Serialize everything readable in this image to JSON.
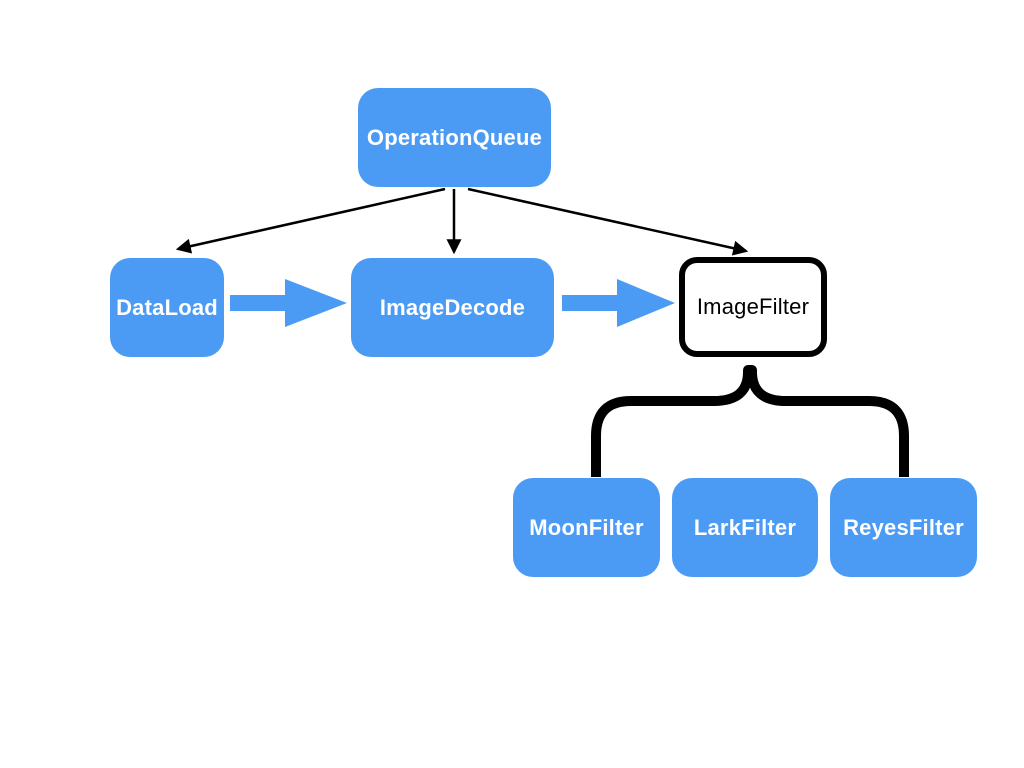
{
  "diagram": {
    "background_color": "#ffffff",
    "node_fill_color": "#4B9BF5",
    "node_text_color": "#ffffff",
    "outline_node_fill_color": "#ffffff",
    "outline_node_border_color": "#000000",
    "connector_color": "#000000",
    "block_arrow_color": "#4B9BF5",
    "nodes": {
      "operationqueue": {
        "label": "OperationQueue",
        "style": "blue-rounded"
      },
      "dataload": {
        "label": "DataLoad",
        "style": "blue-rounded"
      },
      "imagedecode": {
        "label": "ImageDecode",
        "style": "blue-rounded"
      },
      "imagefilter": {
        "label": "ImageFilter",
        "style": "white-outlined"
      },
      "moonfilter": {
        "label": "MoonFilter",
        "style": "blue-rounded"
      },
      "larkfilter": {
        "label": "LarkFilter",
        "style": "blue-rounded"
      },
      "reyesfilter": {
        "label": "ReyesFilter",
        "style": "blue-rounded"
      }
    },
    "edges": [
      {
        "from": "OperationQueue",
        "to": "DataLoad",
        "style": "thin-black-arrow"
      },
      {
        "from": "OperationQueue",
        "to": "ImageDecode",
        "style": "thin-black-arrow"
      },
      {
        "from": "OperationQueue",
        "to": "ImageFilter",
        "style": "thin-black-arrow"
      },
      {
        "from": "DataLoad",
        "to": "ImageDecode",
        "style": "thick-blue-block-arrow"
      },
      {
        "from": "ImageDecode",
        "to": "ImageFilter",
        "style": "thick-blue-block-arrow"
      },
      {
        "from": "ImageFilter",
        "to": "MoonFilter, LarkFilter, ReyesFilter",
        "style": "thick-black-brace"
      }
    ]
  }
}
